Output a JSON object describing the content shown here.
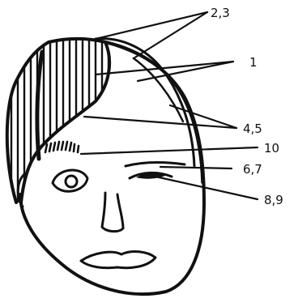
{
  "figure": {
    "labels": {
      "l23": "2,3",
      "l1": "1",
      "l45": "4,5",
      "l10": "10",
      "l67": "6,7",
      "l89": "8,9"
    }
  }
}
